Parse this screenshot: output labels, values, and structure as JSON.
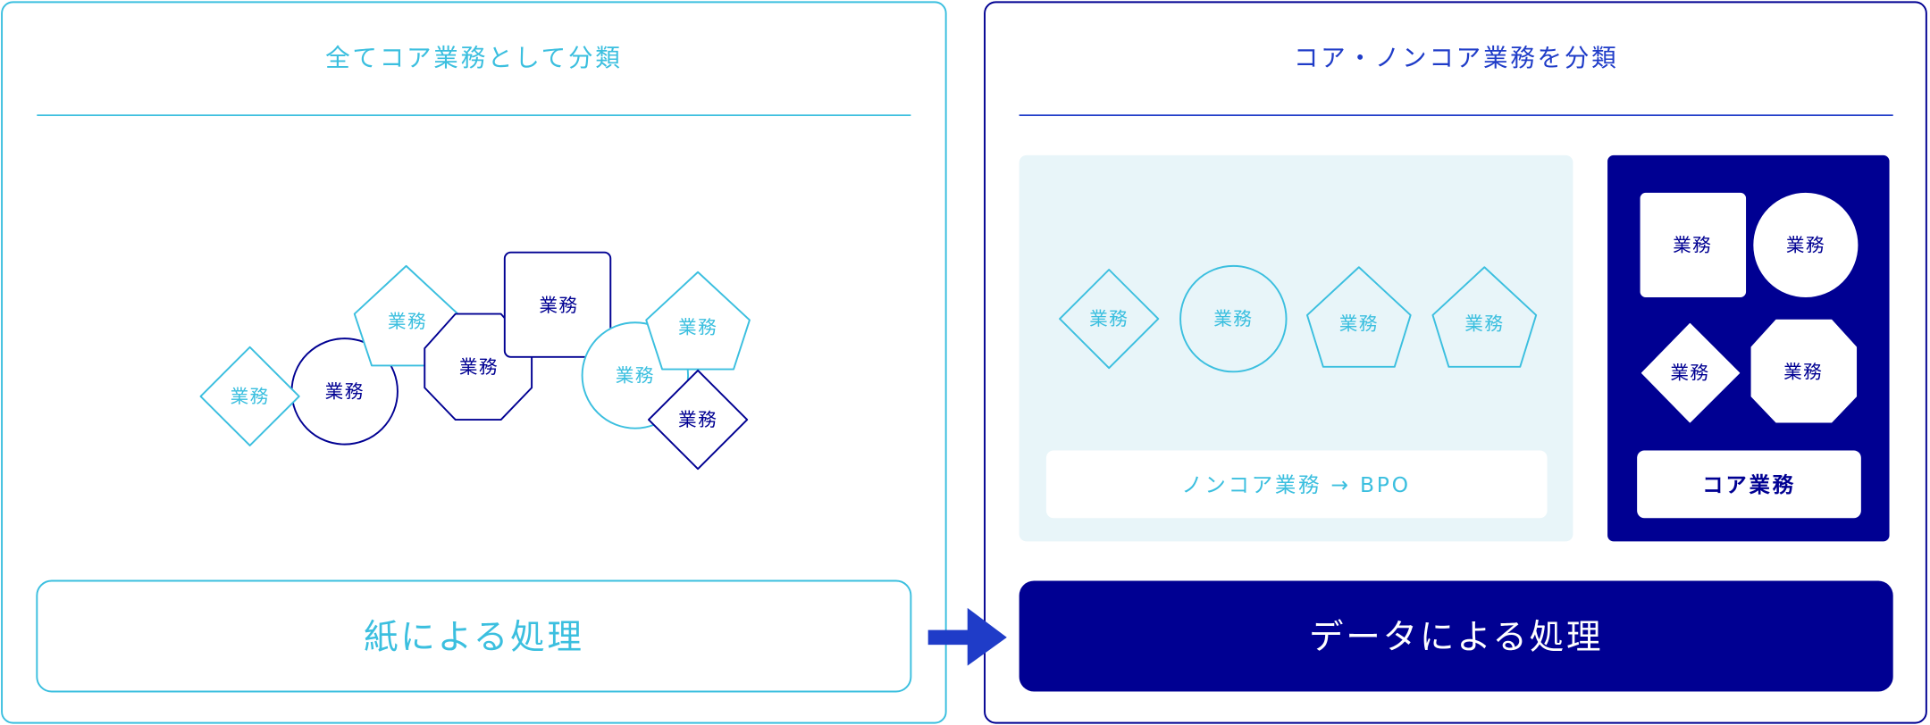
{
  "left_panel": {
    "title": "全てコア業務として分類",
    "task_label": "業務",
    "bottom_label": "紙による処理"
  },
  "right_panel": {
    "title": "コア・ノンコア業務を分類",
    "task_label": "業務",
    "noncore_label": "ノンコア業務 → BPO",
    "core_label": "コア業務",
    "bottom_label": "データによる処理"
  },
  "colors": {
    "light": "#3bbfdf",
    "navy": "#000092",
    "arrow": "#1f3cc8",
    "light_bg": "#e8f5f9"
  }
}
